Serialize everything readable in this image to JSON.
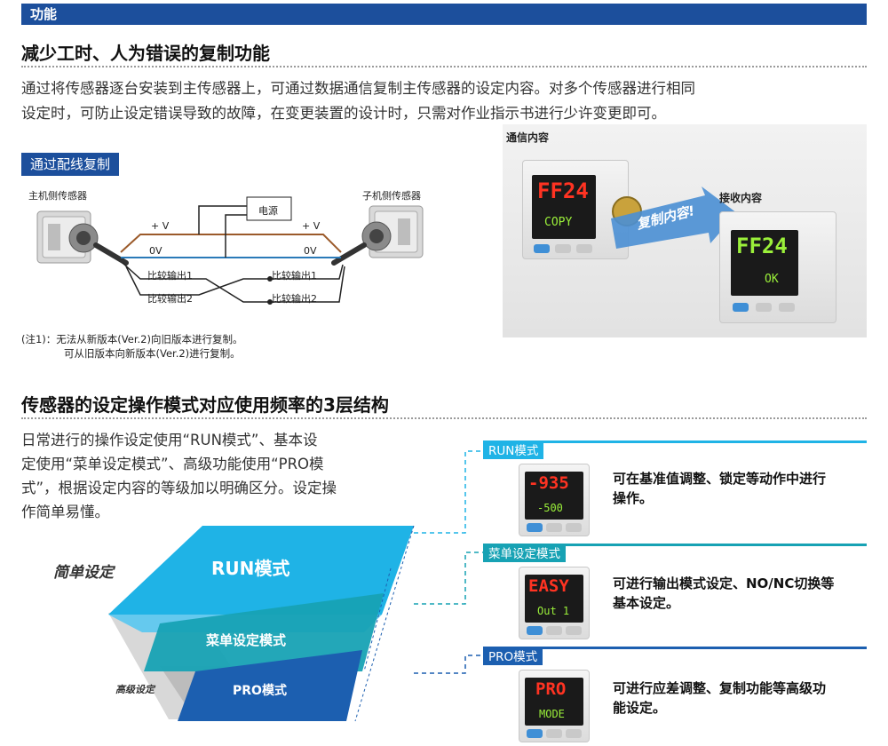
{
  "header": {
    "title": "功能"
  },
  "section1": {
    "title": "减少工时、人为错误的复制功能",
    "para_line1": "通过将传感器逐台安装到主传感器上，可通过数据通信复制主传感器的设定内容。对多个传感器进行相同",
    "para_line2": "设定时，可防止设定错误导致的故障，在变更装置的设计时，只需对作业指示书进行少许变更即可。",
    "tag": "通过配线复制",
    "master_label": "主机侧传感器",
    "slave_label": "子机侧传感器",
    "power_label": "电源",
    "plus_v": "+ V",
    "zero_v": "0V",
    "out1": "比较输出1",
    "out2": "比较输出2",
    "note_line1": "(注1)：无法从新版本(Ver.2)向旧版本进行复制。",
    "note_line2": "可从旧版本向新版本(Ver.2)进行复制。",
    "photo": {
      "send_label": "通信内容",
      "recv_label": "接收内容",
      "arrow_text": "复制内容!",
      "send_top": "FF24",
      "send_bottom": "COPY",
      "recv_top": "FF24",
      "recv_bottom": "OK"
    }
  },
  "section2": {
    "title": "传感器的设定操作模式对应使用频率的3层结构",
    "para_line1": "日常进行的操作设定使用“RUN模式”、基本设",
    "para_line2": "定使用“菜单设定模式”、高级功能使用“PRO模",
    "para_line3": "式”，根据设定内容的等级加以明确区分。设定操",
    "para_line4": "作简单易懂。",
    "simple_label": "简单设定",
    "advanced_label": "高级设定",
    "layer_run": "RUN模式",
    "layer_menu": "菜单设定模式",
    "layer_pro": "PRO模式",
    "modes": [
      {
        "label": "RUN模式",
        "lcd_top": "-935",
        "lcd_bottom": "-500",
        "desc1": "可在基准值调整、锁定等动作中进行",
        "desc2": "操作。"
      },
      {
        "label": "菜单设定模式",
        "lcd_top": "EASY",
        "lcd_bottom": "Out 1",
        "desc1": "可进行输出模式设定、NO/NC切换等",
        "desc2": "基本设定。"
      },
      {
        "label": "PRO模式",
        "lcd_top": "PRO",
        "lcd_bottom": "MODE",
        "desc1": "可进行应差调整、复制功能等高级功",
        "desc2": "能设定。"
      }
    ]
  },
  "colors": {
    "brand": "#1c4f9c",
    "accent": "#1fb3e6",
    "lcd_red": "#ff3322",
    "lcd_green": "#9bf03a"
  }
}
